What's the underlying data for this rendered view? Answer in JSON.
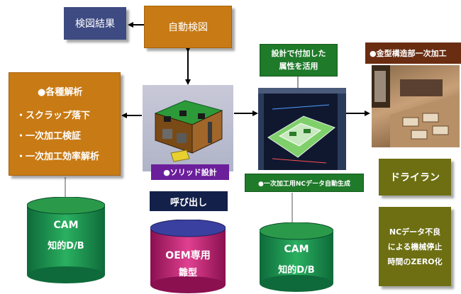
{
  "boxes": {
    "kenzu_kekka": "検図結果",
    "jido_kenzu": "自動検図",
    "kaiseki_title": "●各種解析",
    "kaiseki_items": [
      "・スクラップ落下",
      "・一次加工検証",
      "・一次加工効率解析"
    ],
    "settei_line1": "設計で付加した",
    "settei_line2": "属性を活用",
    "kinkata_title": "●金型構造部一次加工",
    "solid": "●ソリッド設計",
    "nc_auto": "●一次加工用NCデータ自動生成",
    "yobidashi": "呼び出し",
    "dryrun": "ドライラン",
    "nc_line1": "NCデータ不良",
    "nc_line2": "による機械停止",
    "nc_line3": "時間のZERO化"
  },
  "cylinders": {
    "cam_left_line1": "CAM",
    "cam_left_line2": "知的D/B",
    "oem_line1": "OEM専用",
    "oem_line2": "雛型",
    "cam_right_line1": "CAM",
    "cam_right_line2": "知的D/B"
  },
  "colors": {
    "orange": "#c87a14",
    "navy": "#3d4b82",
    "green": "#1f7a2a",
    "olive": "#6d6f12",
    "brown": "#6a2d12",
    "purple": "#6b1f9a",
    "dark_navy": "#13204a",
    "cylinder_green": "#22a04a",
    "cylinder_magenta": "#c0307a"
  },
  "images": {
    "center": "cad-die-model-image",
    "screen": "cam-software-screenshot",
    "photo": "machining-photo"
  }
}
